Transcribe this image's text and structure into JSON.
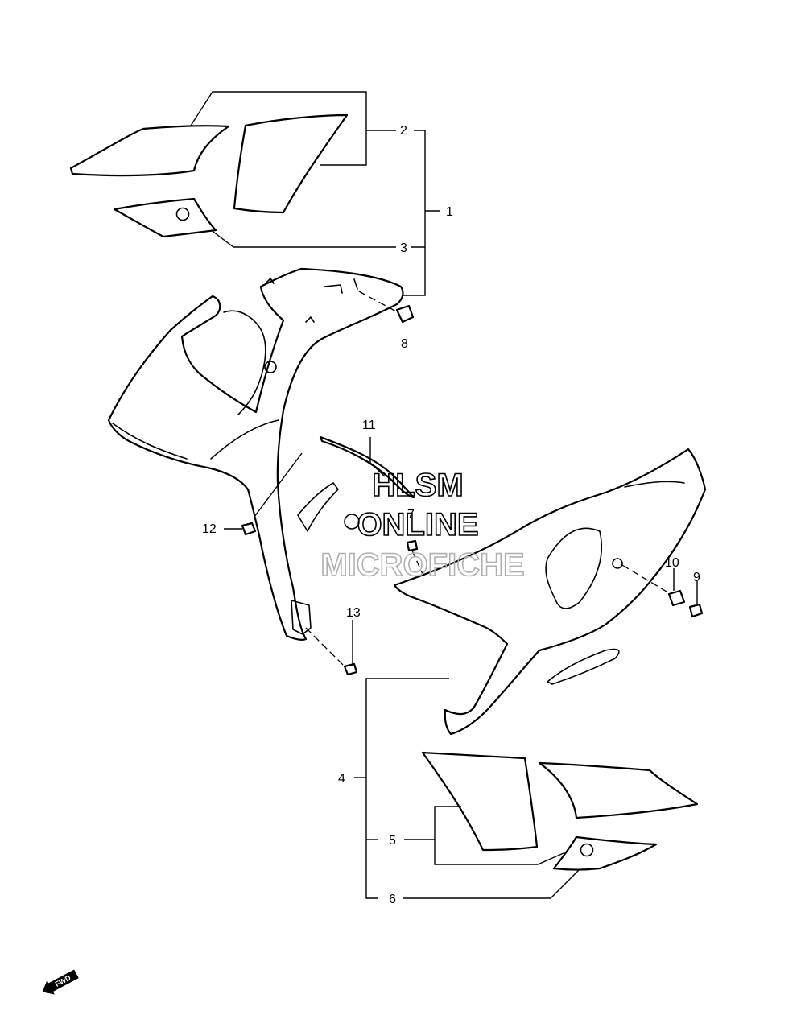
{
  "callouts": [
    "1",
    "2",
    "3",
    "4",
    "5",
    "6",
    "7",
    "8",
    "9",
    "10",
    "11",
    "12",
    "13"
  ],
  "watermark": {
    "line1": "HLSM",
    "line2": "ONLINE",
    "line3": "MICROFICHE",
    "color1": "#000000",
    "color2": "#000000",
    "color3": "#b0b0b0"
  },
  "fwd_badge": {
    "label": "FWD",
    "color": "#000000"
  }
}
